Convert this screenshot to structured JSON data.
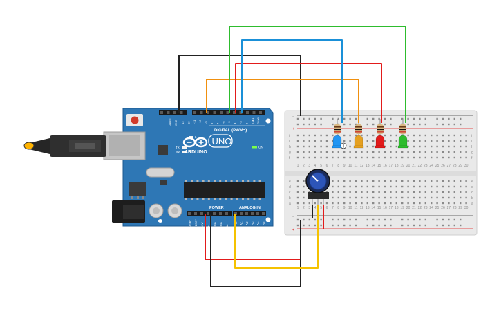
{
  "board": {
    "logo_text": "ARDUINO",
    "model": "UNO",
    "digital_label": "DIGITAL (PWM~)",
    "power_label": "POWER",
    "analog_label": "ANALOG IN",
    "on_label": "ON",
    "tx_label": "TX",
    "rx_label": "RX",
    "l_label": "L",
    "aref_label": "AREF",
    "gnd_label": "GND",
    "digital_pins": [
      "13",
      "12",
      "~11",
      "~10",
      "~9",
      "8",
      "7",
      "~6",
      "~5",
      "4",
      "~3",
      "2",
      "TX▸1",
      "RX◂0"
    ],
    "power_pins": [
      "IOREF",
      "RESET",
      "3.3V",
      "5V",
      "GND",
      "GND",
      "Vin"
    ],
    "analog_pins": [
      "A0",
      "A1",
      "A2",
      "A3",
      "A4",
      "A5"
    ]
  },
  "breadboard": {
    "top_rows": [
      "j",
      "i",
      "h",
      "g",
      "f"
    ],
    "bottom_rows": [
      "e",
      "d",
      "c",
      "b",
      "a"
    ],
    "col_numbers": [
      "1",
      "2",
      "3",
      "4",
      "5",
      "6",
      "7",
      "8",
      "9",
      "10",
      "11",
      "12",
      "13",
      "14",
      "15",
      "16",
      "17",
      "18",
      "19",
      "20",
      "21",
      "22",
      "23",
      "24",
      "25",
      "26",
      "27",
      "28",
      "29",
      "30"
    ]
  },
  "leds": [
    {
      "color": "#2196f3"
    },
    {
      "color": "#e5a020"
    },
    {
      "color": "#e21b1b"
    },
    {
      "color": "#2ebc2e"
    }
  ],
  "colors": {
    "board": "#2e77b5",
    "wire_black": "#222222",
    "wire_red": "#e21b1b",
    "wire_orange": "#f0900f",
    "wire_blue": "#1a90d8",
    "wire_green": "#2ebc2e",
    "wire_yellow": "#f5c200"
  }
}
